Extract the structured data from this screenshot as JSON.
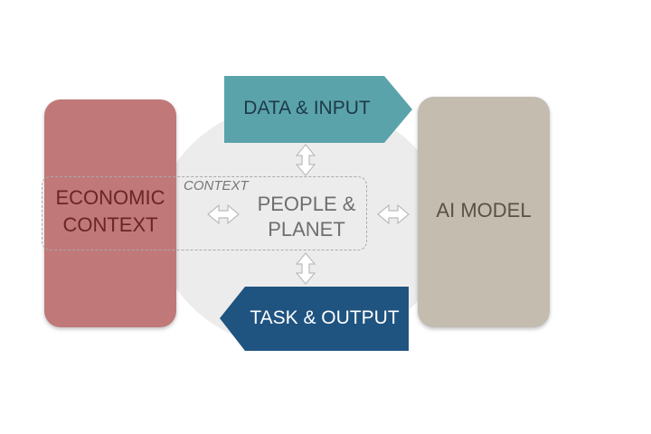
{
  "economic_context": {
    "line1": "ECONOMIC",
    "line2": "CONTEXT"
  },
  "ai_model": {
    "label": "AI MODEL"
  },
  "context_tag": "CONTEXT",
  "people_planet": {
    "line1": "PEOPLE &",
    "line2": "PLANET"
  },
  "data_input": {
    "label": "DATA & INPUT"
  },
  "task_output": {
    "label": "TASK & OUTPUT"
  },
  "colors": {
    "economic_context": "#c07878",
    "ai_model": "#c3bcaf",
    "data_input": "#5ba3ab",
    "task_output": "#1f5380",
    "center_circle": "#ececec"
  }
}
